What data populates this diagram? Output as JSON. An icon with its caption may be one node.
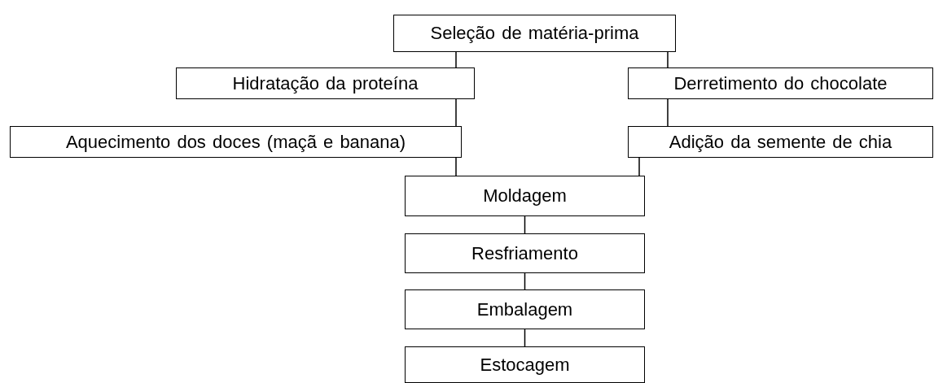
{
  "diagram": {
    "nodes": [
      {
        "text": [
          "Seleção de matéria-prima"
        ]
      },
      {
        "text": [
          "Hidratação da proteína"
        ]
      },
      {
        "text": [
          "Derretimento do chocolate"
        ]
      },
      {
        "text": [
          "Aquecimento dos doces (maçã e banana)"
        ]
      },
      {
        "text": [
          "Adição da semente de chia"
        ]
      },
      {
        "text": [
          "Moldagem"
        ]
      },
      {
        "text": [
          "Resfriamento"
        ]
      },
      {
        "text": [
          "Embalagem"
        ]
      },
      {
        "text": [
          "Estocagem"
        ]
      }
    ],
    "edges": [
      {
        "from": 0,
        "to": 1,
        "arrow": "none"
      },
      {
        "from": 0,
        "to": 2,
        "arrow": "none"
      },
      {
        "from": 1,
        "to": 3,
        "arrow": "none"
      },
      {
        "from": 2,
        "to": 4,
        "arrow": "none"
      },
      {
        "from": 3,
        "to": 5,
        "arrow": "none"
      },
      {
        "from": 4,
        "to": 5,
        "arrow": "none"
      },
      {
        "from": 5,
        "to": 6,
        "arrow": "none"
      },
      {
        "from": 6,
        "to": 7,
        "arrow": "none"
      },
      {
        "from": 7,
        "to": 8,
        "arrow": "none"
      }
    ]
  }
}
